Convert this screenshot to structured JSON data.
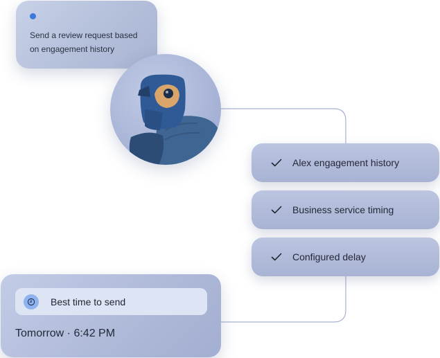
{
  "prompt": {
    "text_line1": "Send a review request based",
    "text_line2": "on engagement history",
    "dot_color": "#3b7ad9"
  },
  "avatar": {
    "icon": "bird-avatar-icon"
  },
  "checks": [
    {
      "label": "Alex engagement history",
      "icon": "checkmark-icon"
    },
    {
      "label": "Business service timing",
      "icon": "checkmark-icon"
    },
    {
      "label": "Configured delay",
      "icon": "checkmark-icon"
    }
  ],
  "result": {
    "label": "Best time to send",
    "icon": "clock-icon",
    "value": "Tomorrow · 6:42 PM"
  },
  "colors": {
    "accent": "#3b7ad9",
    "card": "#b4bfda",
    "connector": "#a7b2d2"
  }
}
